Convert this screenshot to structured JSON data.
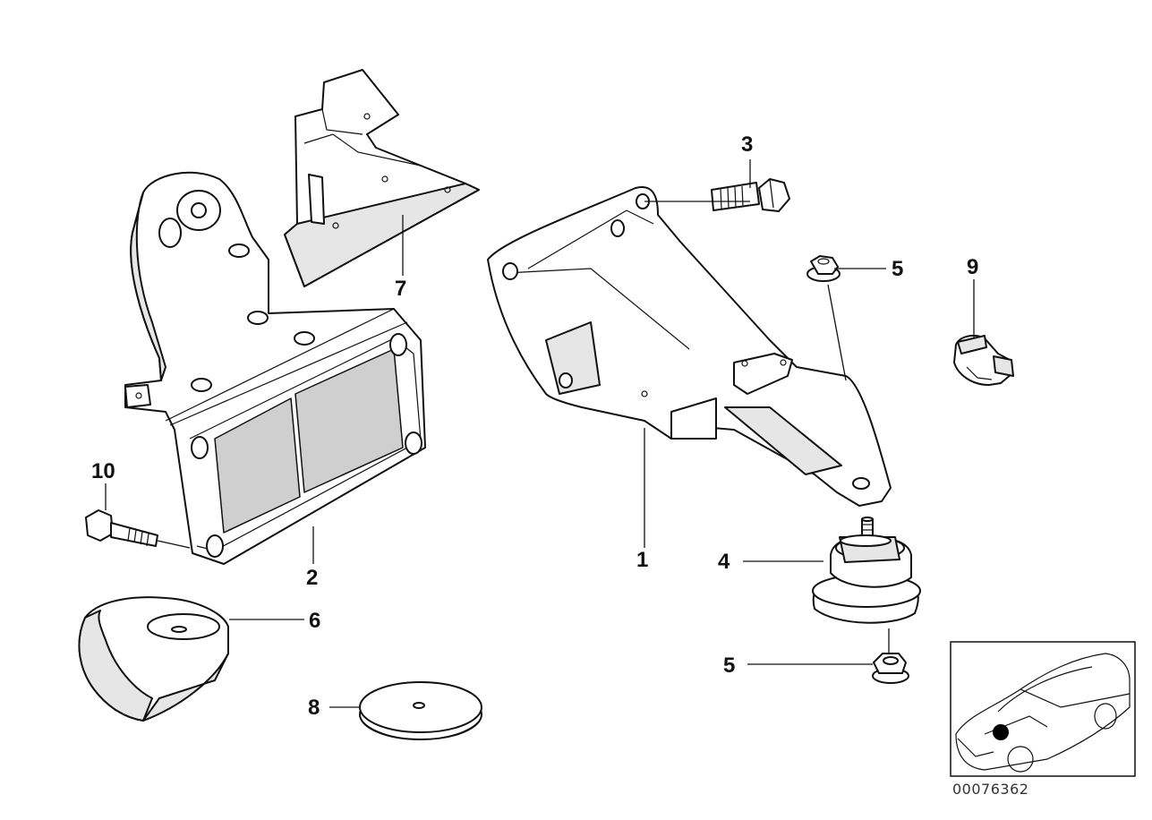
{
  "callouts": {
    "c1": "1",
    "c2": "2",
    "c3": "3",
    "c4": "4",
    "c5a": "5",
    "c5b": "5",
    "c6": "6",
    "c7": "7",
    "c8": "8",
    "c9": "9",
    "c10": "10"
  },
  "part_code": "00076362"
}
